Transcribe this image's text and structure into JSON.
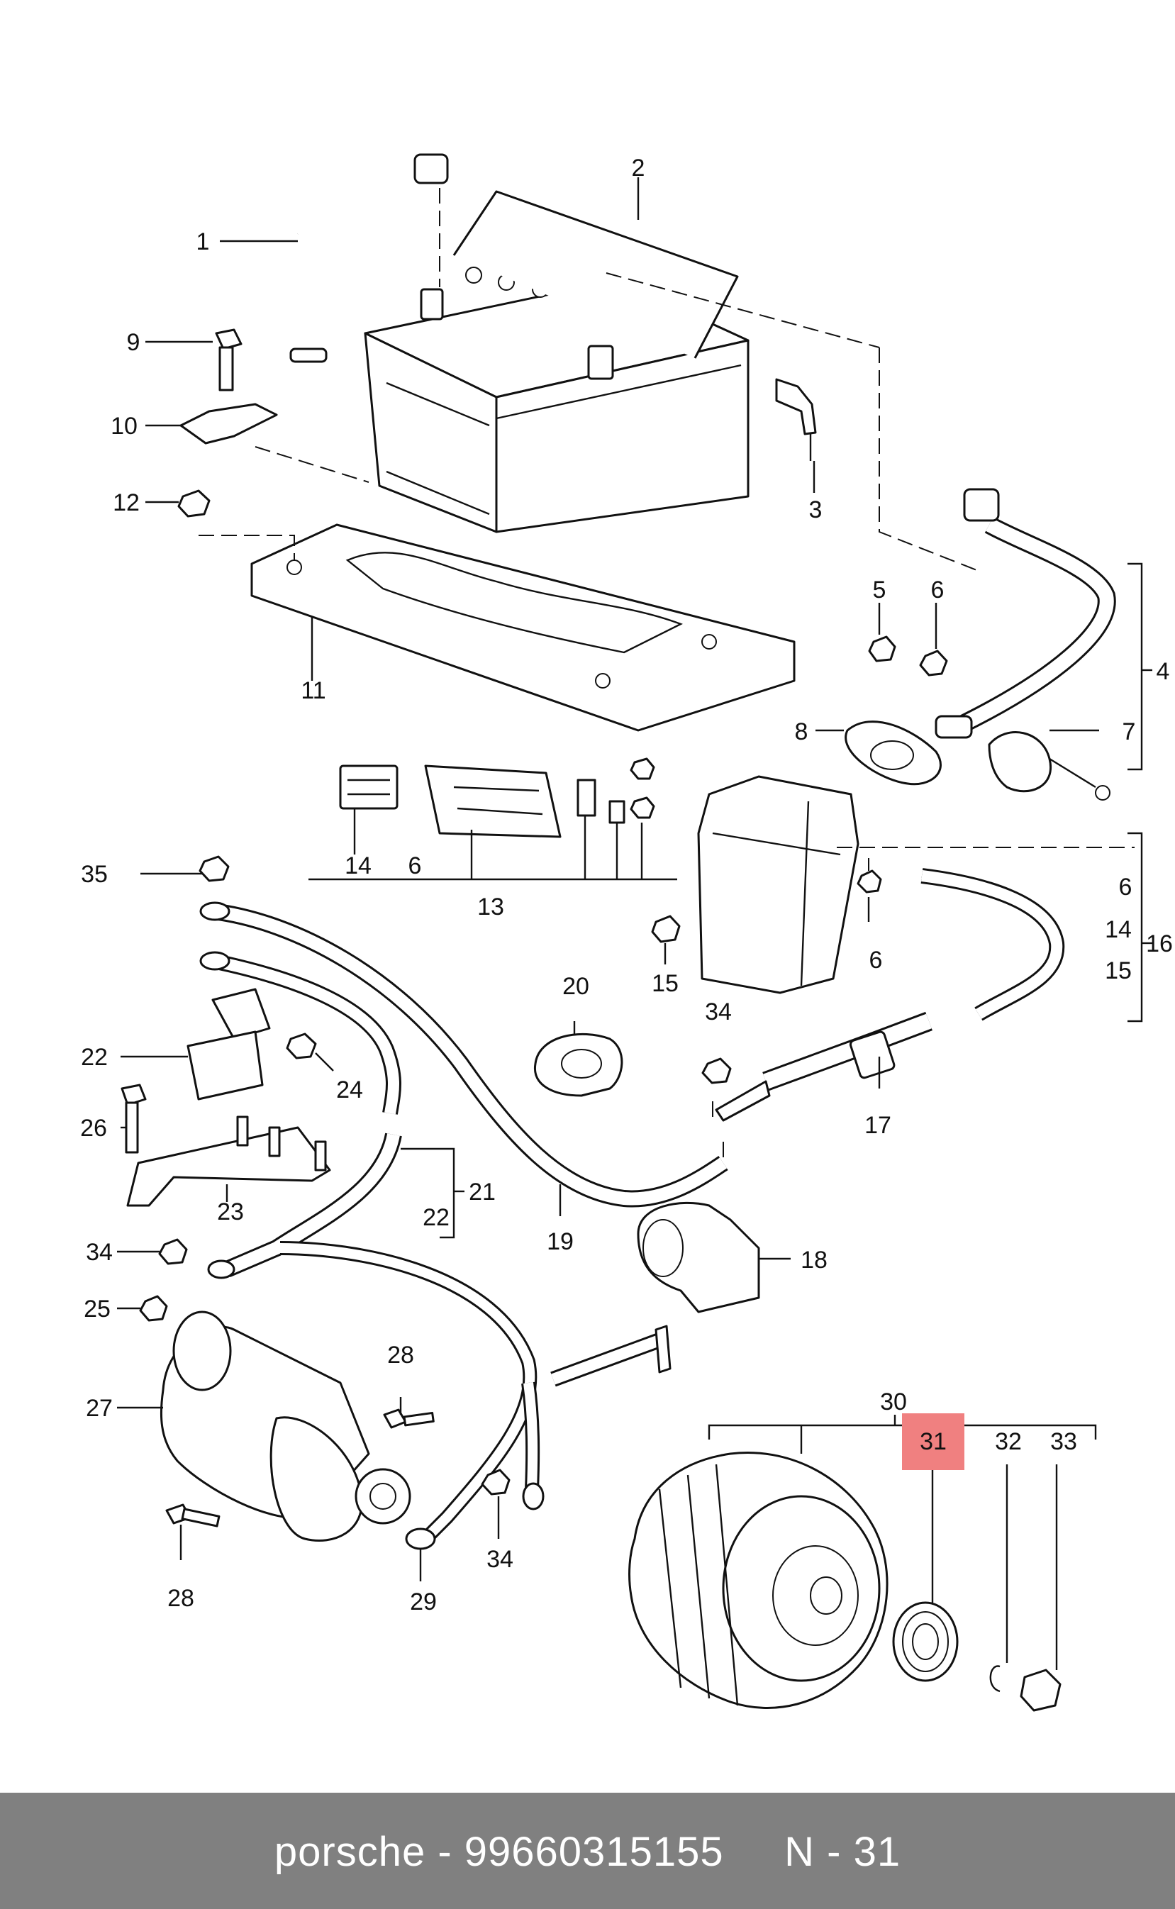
{
  "diagram": {
    "callouts": {
      "c1": "1",
      "c2": "2",
      "c3": "3",
      "c4": "4",
      "c5": "5",
      "c6a": "6",
      "c7": "7",
      "c8": "8",
      "c9": "9",
      "c10": "10",
      "c11": "11",
      "c12": "12",
      "c13": "13",
      "c14a": "14",
      "c6b": "6",
      "c6c": "6",
      "c14b": "14",
      "c15a": "15",
      "c15b": "15",
      "c16": "16",
      "c6d": "6",
      "c17": "17",
      "c18": "18",
      "c19": "19",
      "c20": "20",
      "c21": "21",
      "c22a": "22",
      "c22b": "22",
      "c23": "23",
      "c24": "24",
      "c25": "25",
      "c26": "26",
      "c27": "27",
      "c28a": "28",
      "c28b": "28",
      "c29": "29",
      "c30": "30",
      "c31": "31",
      "c32": "32",
      "c33": "33",
      "c34a": "34",
      "c34b": "34",
      "c34c": "34",
      "c35": "35"
    },
    "highlight_color": "#f08080"
  },
  "footer": {
    "brand": "porsche",
    "separator": " - ",
    "part_number": "99660315155",
    "position_label": "N - 31",
    "background_color": "#808080"
  }
}
